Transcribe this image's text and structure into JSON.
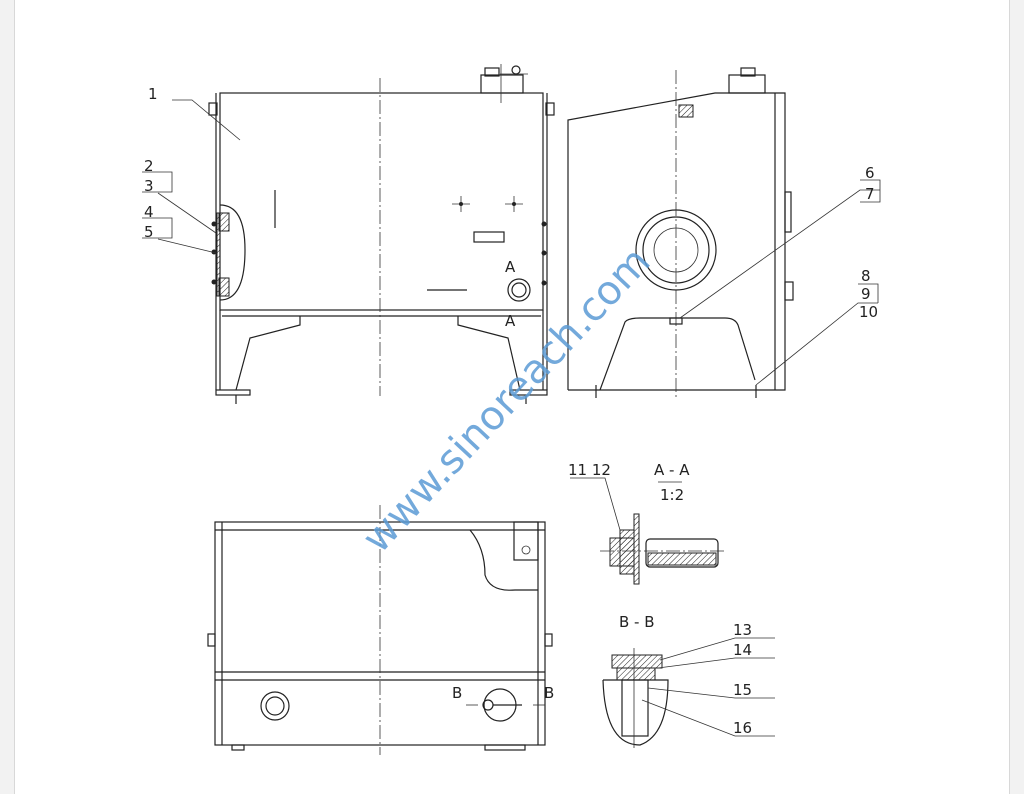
{
  "drawing": {
    "front_view": {
      "callouts": [
        "1",
        "2",
        "3",
        "4",
        "5"
      ],
      "section_marks": [
        "A",
        "A"
      ]
    },
    "side_view": {
      "callouts": [
        "6",
        "7",
        "8",
        "9",
        "10"
      ]
    },
    "top_view": {
      "section_marks": [
        "B",
        "B"
      ]
    },
    "section_aa": {
      "title": "A - A",
      "scale": "1:2",
      "callouts": "11 12"
    },
    "section_bb": {
      "title": "B - B",
      "callouts": [
        "13",
        "14",
        "15",
        "16"
      ]
    }
  },
  "watermark": "www.sinoreach.com",
  "colors": {
    "line": "#222222",
    "watermark": "#5b9bd5",
    "background": "#f2f2f2"
  }
}
